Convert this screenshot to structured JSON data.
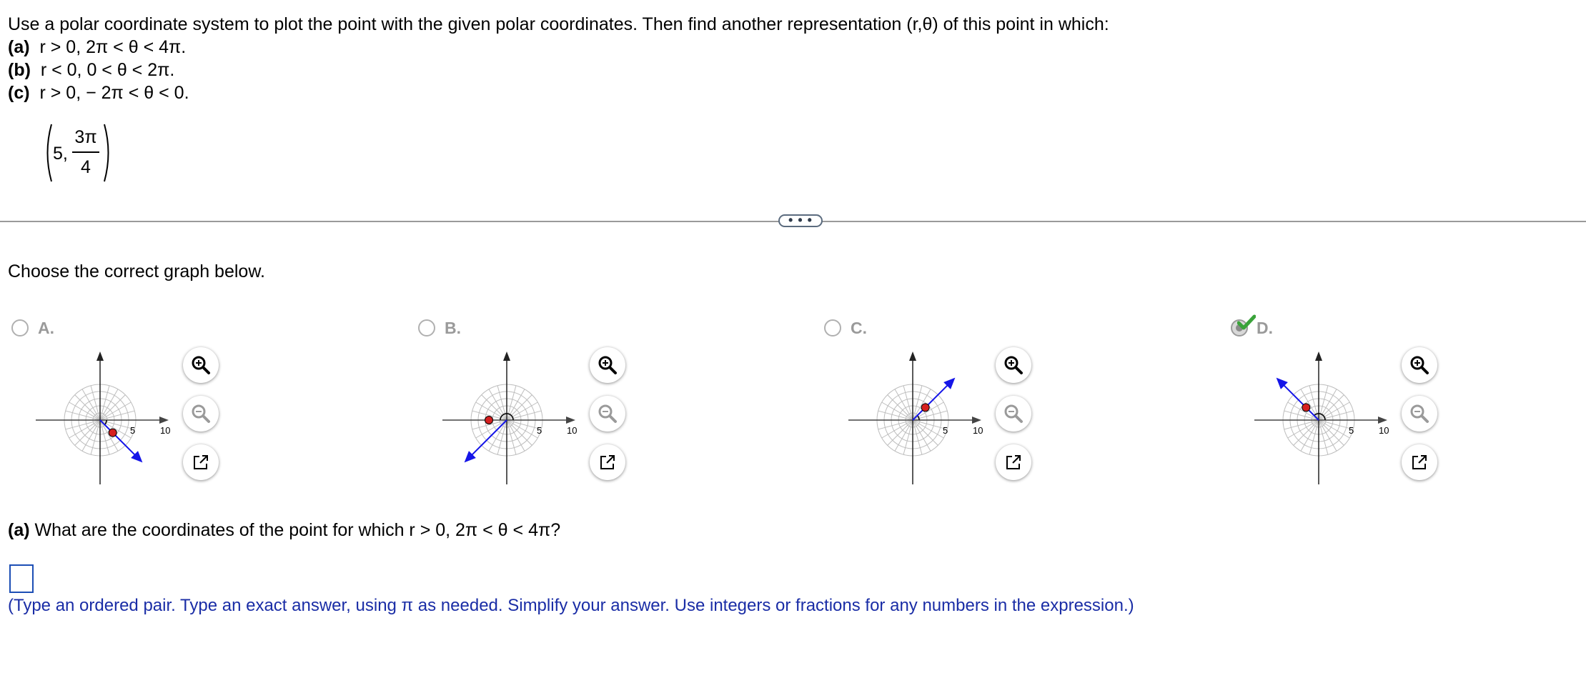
{
  "question": {
    "prompt": "Use a polar coordinate system to plot the point with the given polar coordinates. Then find another representation (r,θ) of this point in which:",
    "conditions": [
      {
        "label": "(a)",
        "text": "r > 0, 2π < θ < 4π."
      },
      {
        "label": "(b)",
        "text": "r < 0, 0 < θ < 2π."
      },
      {
        "label": "(c)",
        "text": "r > 0,  − 2π < θ < 0."
      }
    ],
    "point": {
      "r": "5,",
      "theta_numerator": "3π",
      "theta_denominator": "4"
    }
  },
  "more_button": "• • •",
  "choose_text": "Choose the correct graph below.",
  "options": [
    {
      "letter": "A.",
      "selected": false,
      "tick_labels": [
        "5",
        "10"
      ],
      "point_angle_deg": -45,
      "ray_angle_deg": -45
    },
    {
      "letter": "B.",
      "selected": false,
      "tick_labels": [
        "5",
        "10"
      ],
      "point_angle_deg": 180,
      "ray_angle_deg": 225
    },
    {
      "letter": "C.",
      "selected": false,
      "tick_labels": [
        "5",
        "10"
      ],
      "point_angle_deg": 45,
      "ray_angle_deg": 45
    },
    {
      "letter": "D.",
      "selected": true,
      "tick_labels": [
        "5",
        "10"
      ],
      "point_angle_deg": 135,
      "ray_angle_deg": 135
    }
  ],
  "colors": {
    "ray": "#1515e8",
    "point": "#d62020",
    "grid": "#bdbdbd",
    "check": "#3aa33a",
    "hint": "#1a2da6"
  },
  "tool_icons": [
    "zoom-in-icon",
    "zoom-out-icon",
    "pop-out-icon"
  ],
  "part_a": {
    "label": "(a)",
    "text": "What are the coordinates of the point for which r > 0, 2π < θ < 4π?"
  },
  "hint": "(Type an ordered pair. Type an exact answer, using π as needed. Simplify your answer. Use integers or fractions for any numbers in the expression.)"
}
